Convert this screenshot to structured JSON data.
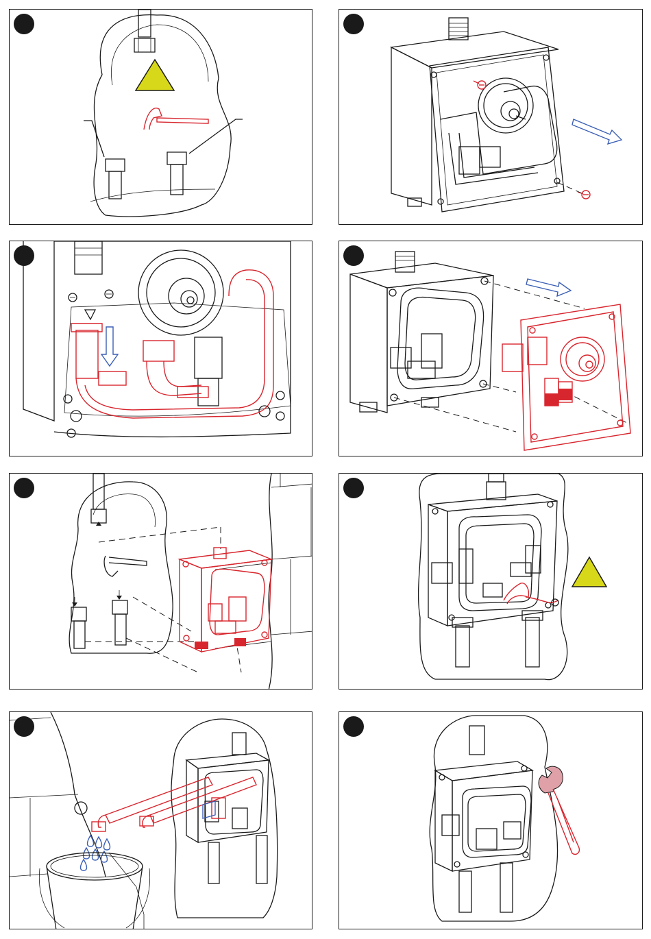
{
  "figure": {
    "panels": [
      {
        "id": "p1",
        "step_marker": "step-1",
        "contents": [
          "pipe-top",
          "warning-triangle",
          "hex-key",
          "inlet-left",
          "inlet-right"
        ]
      },
      {
        "id": "p2",
        "step_marker": "step-2",
        "contents": [
          "control-box",
          "cover-arrow",
          "screw"
        ]
      },
      {
        "id": "p3",
        "step_marker": "step-3",
        "contents": [
          "valve-closeup",
          "down-arrow",
          "hose"
        ]
      },
      {
        "id": "p4",
        "step_marker": "step-4",
        "contents": [
          "box-body",
          "faceplate",
          "slide-arrow"
        ]
      },
      {
        "id": "p5",
        "step_marker": "step-5",
        "contents": [
          "wall-cutout",
          "box-insert",
          "tiles"
        ]
      },
      {
        "id": "p6",
        "step_marker": "step-6",
        "contents": [
          "installed-box",
          "warning-triangle",
          "cable"
        ]
      },
      {
        "id": "p7",
        "step_marker": "step-7",
        "contents": [
          "flush-hose",
          "bucket",
          "water-drops"
        ]
      },
      {
        "id": "p8",
        "step_marker": "step-8",
        "contents": [
          "installed-box",
          "wrench"
        ]
      }
    ]
  },
  "colors": {
    "line": "#1a1a1a",
    "accent_red": "#d8262e",
    "accent_blue": "#3b5fb5",
    "warning_fill": "#d8d81a",
    "marker": "#1a1a1a"
  },
  "icons": [
    "warning-triangle-icon",
    "arrow-icon",
    "water-drop-icon",
    "wrench-icon",
    "screw-icon"
  ]
}
